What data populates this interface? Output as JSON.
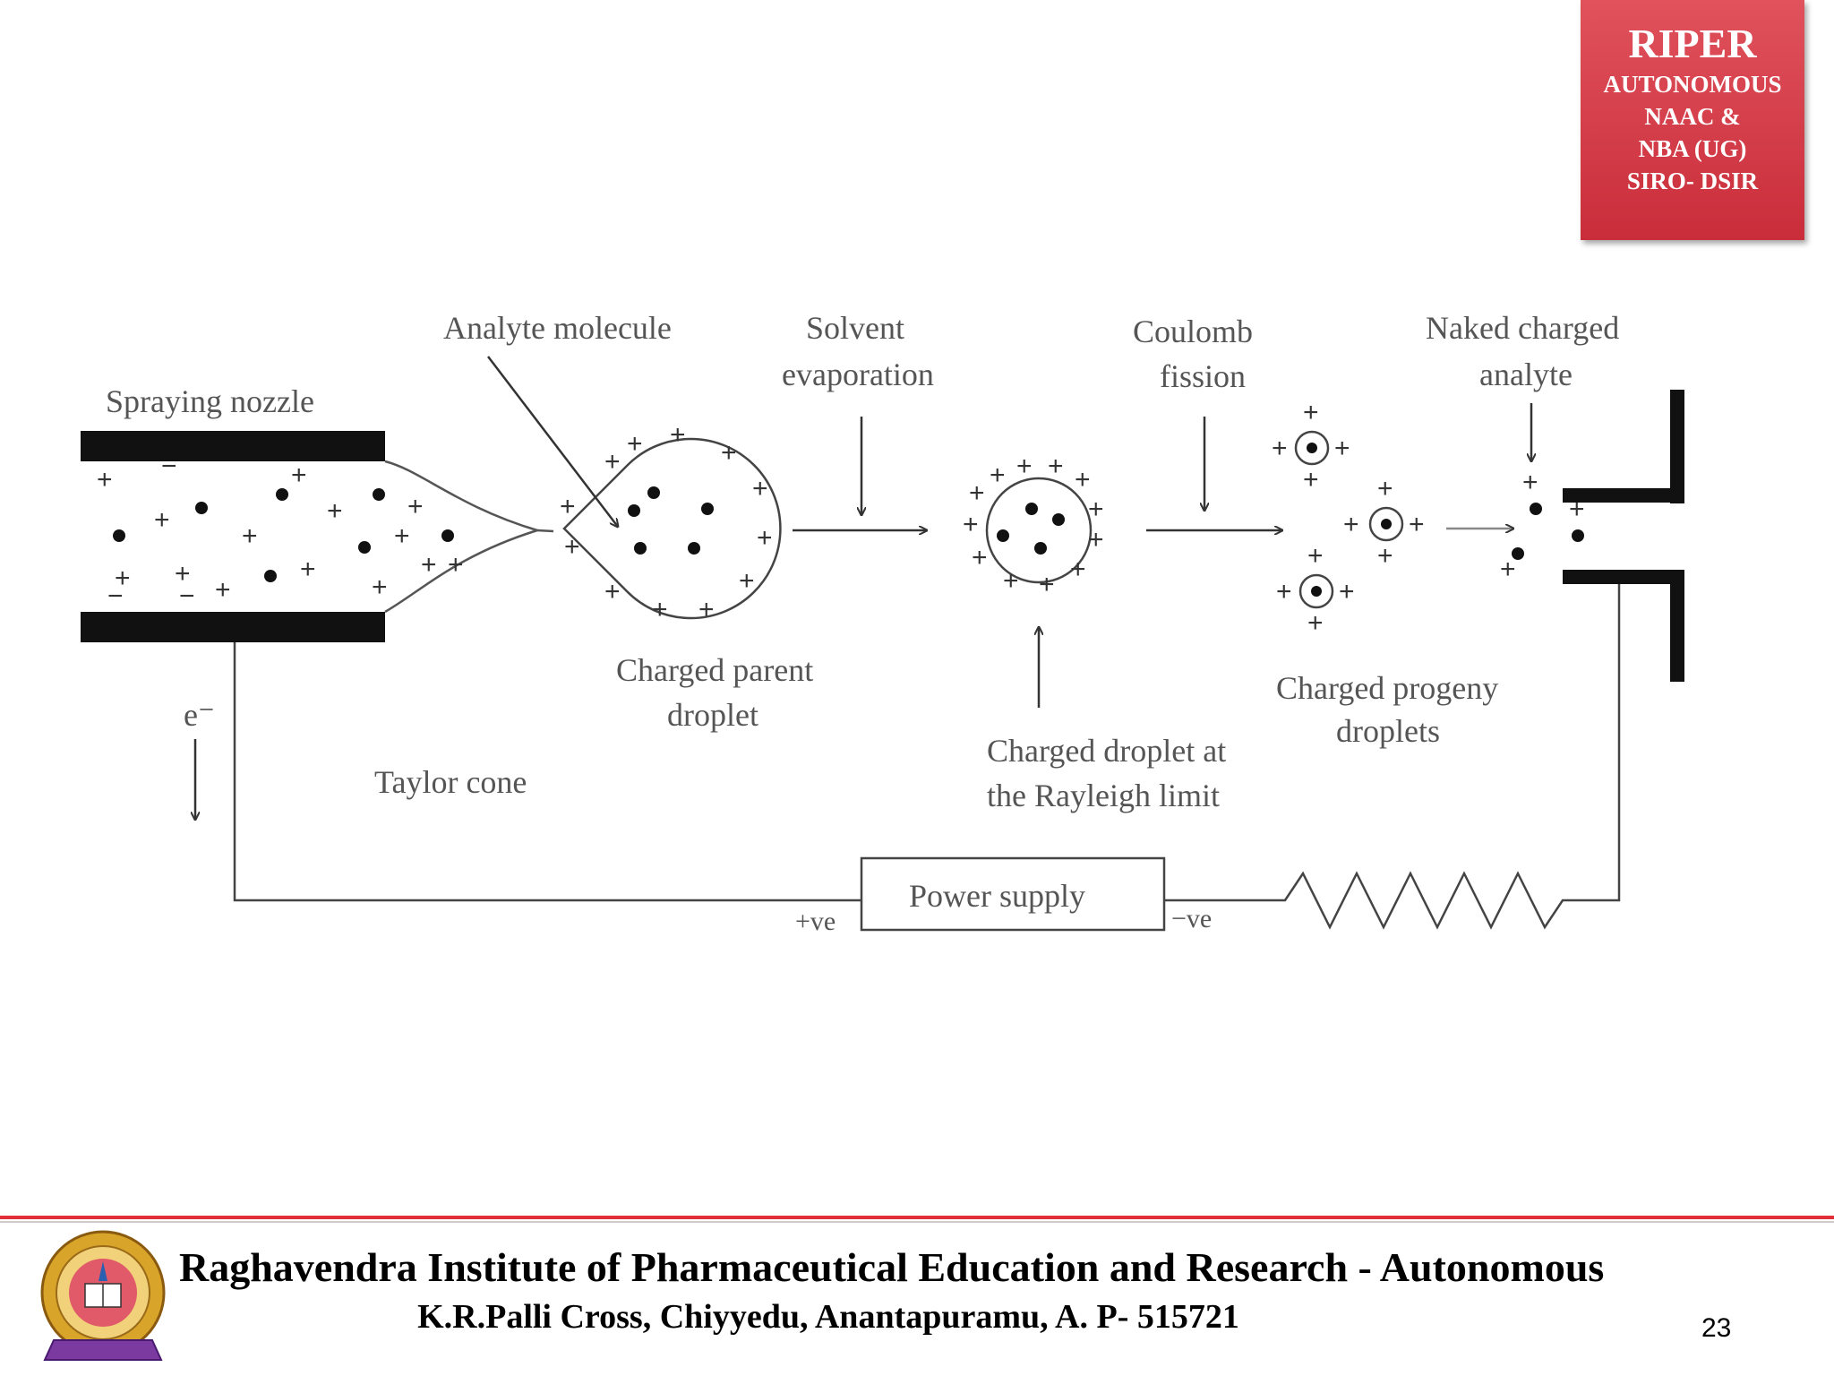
{
  "badge": {
    "title": "RIPER",
    "lines": [
      "AUTONOMOUS",
      "NAAC &",
      "NBA (UG)",
      "SIRO- DSIR"
    ]
  },
  "diagram": {
    "labels": {
      "spraying_nozzle": "Spraying nozzle",
      "analyte_molecule": "Analyte molecule",
      "solvent_evaporation_1": "Solvent",
      "solvent_evaporation_2": "evaporation",
      "coulomb_fission_1": "Coulomb",
      "coulomb_fission_2": "fission",
      "naked_charged_analyte_1": "Naked charged",
      "naked_charged_analyte_2": "analyte",
      "charged_parent_droplet_1": "Charged parent",
      "charged_parent_droplet_2": "droplet",
      "taylor_cone": "Taylor cone",
      "rayleigh_droplet_1": "Charged droplet at",
      "rayleigh_droplet_2": "the Rayleigh limit",
      "progeny_droplets_1": "Charged progeny",
      "progeny_droplets_2": "droplets",
      "electron": "e⁻",
      "power_supply": "Power supply",
      "positive_terminal": "+ve",
      "negative_terminal": "−ve",
      "plus_sign": "+",
      "minus_sign": "−"
    }
  },
  "footer": {
    "institute_name": "Raghavendra Institute of Pharmaceutical Education and Research - Autonomous",
    "address": "K.R.Palli Cross, Chiyyedu, Anantapuramu, A. P- 515721",
    "page_number": "23"
  },
  "colors": {
    "badge": "#d43a45",
    "footer_rule": "#e2303a"
  }
}
